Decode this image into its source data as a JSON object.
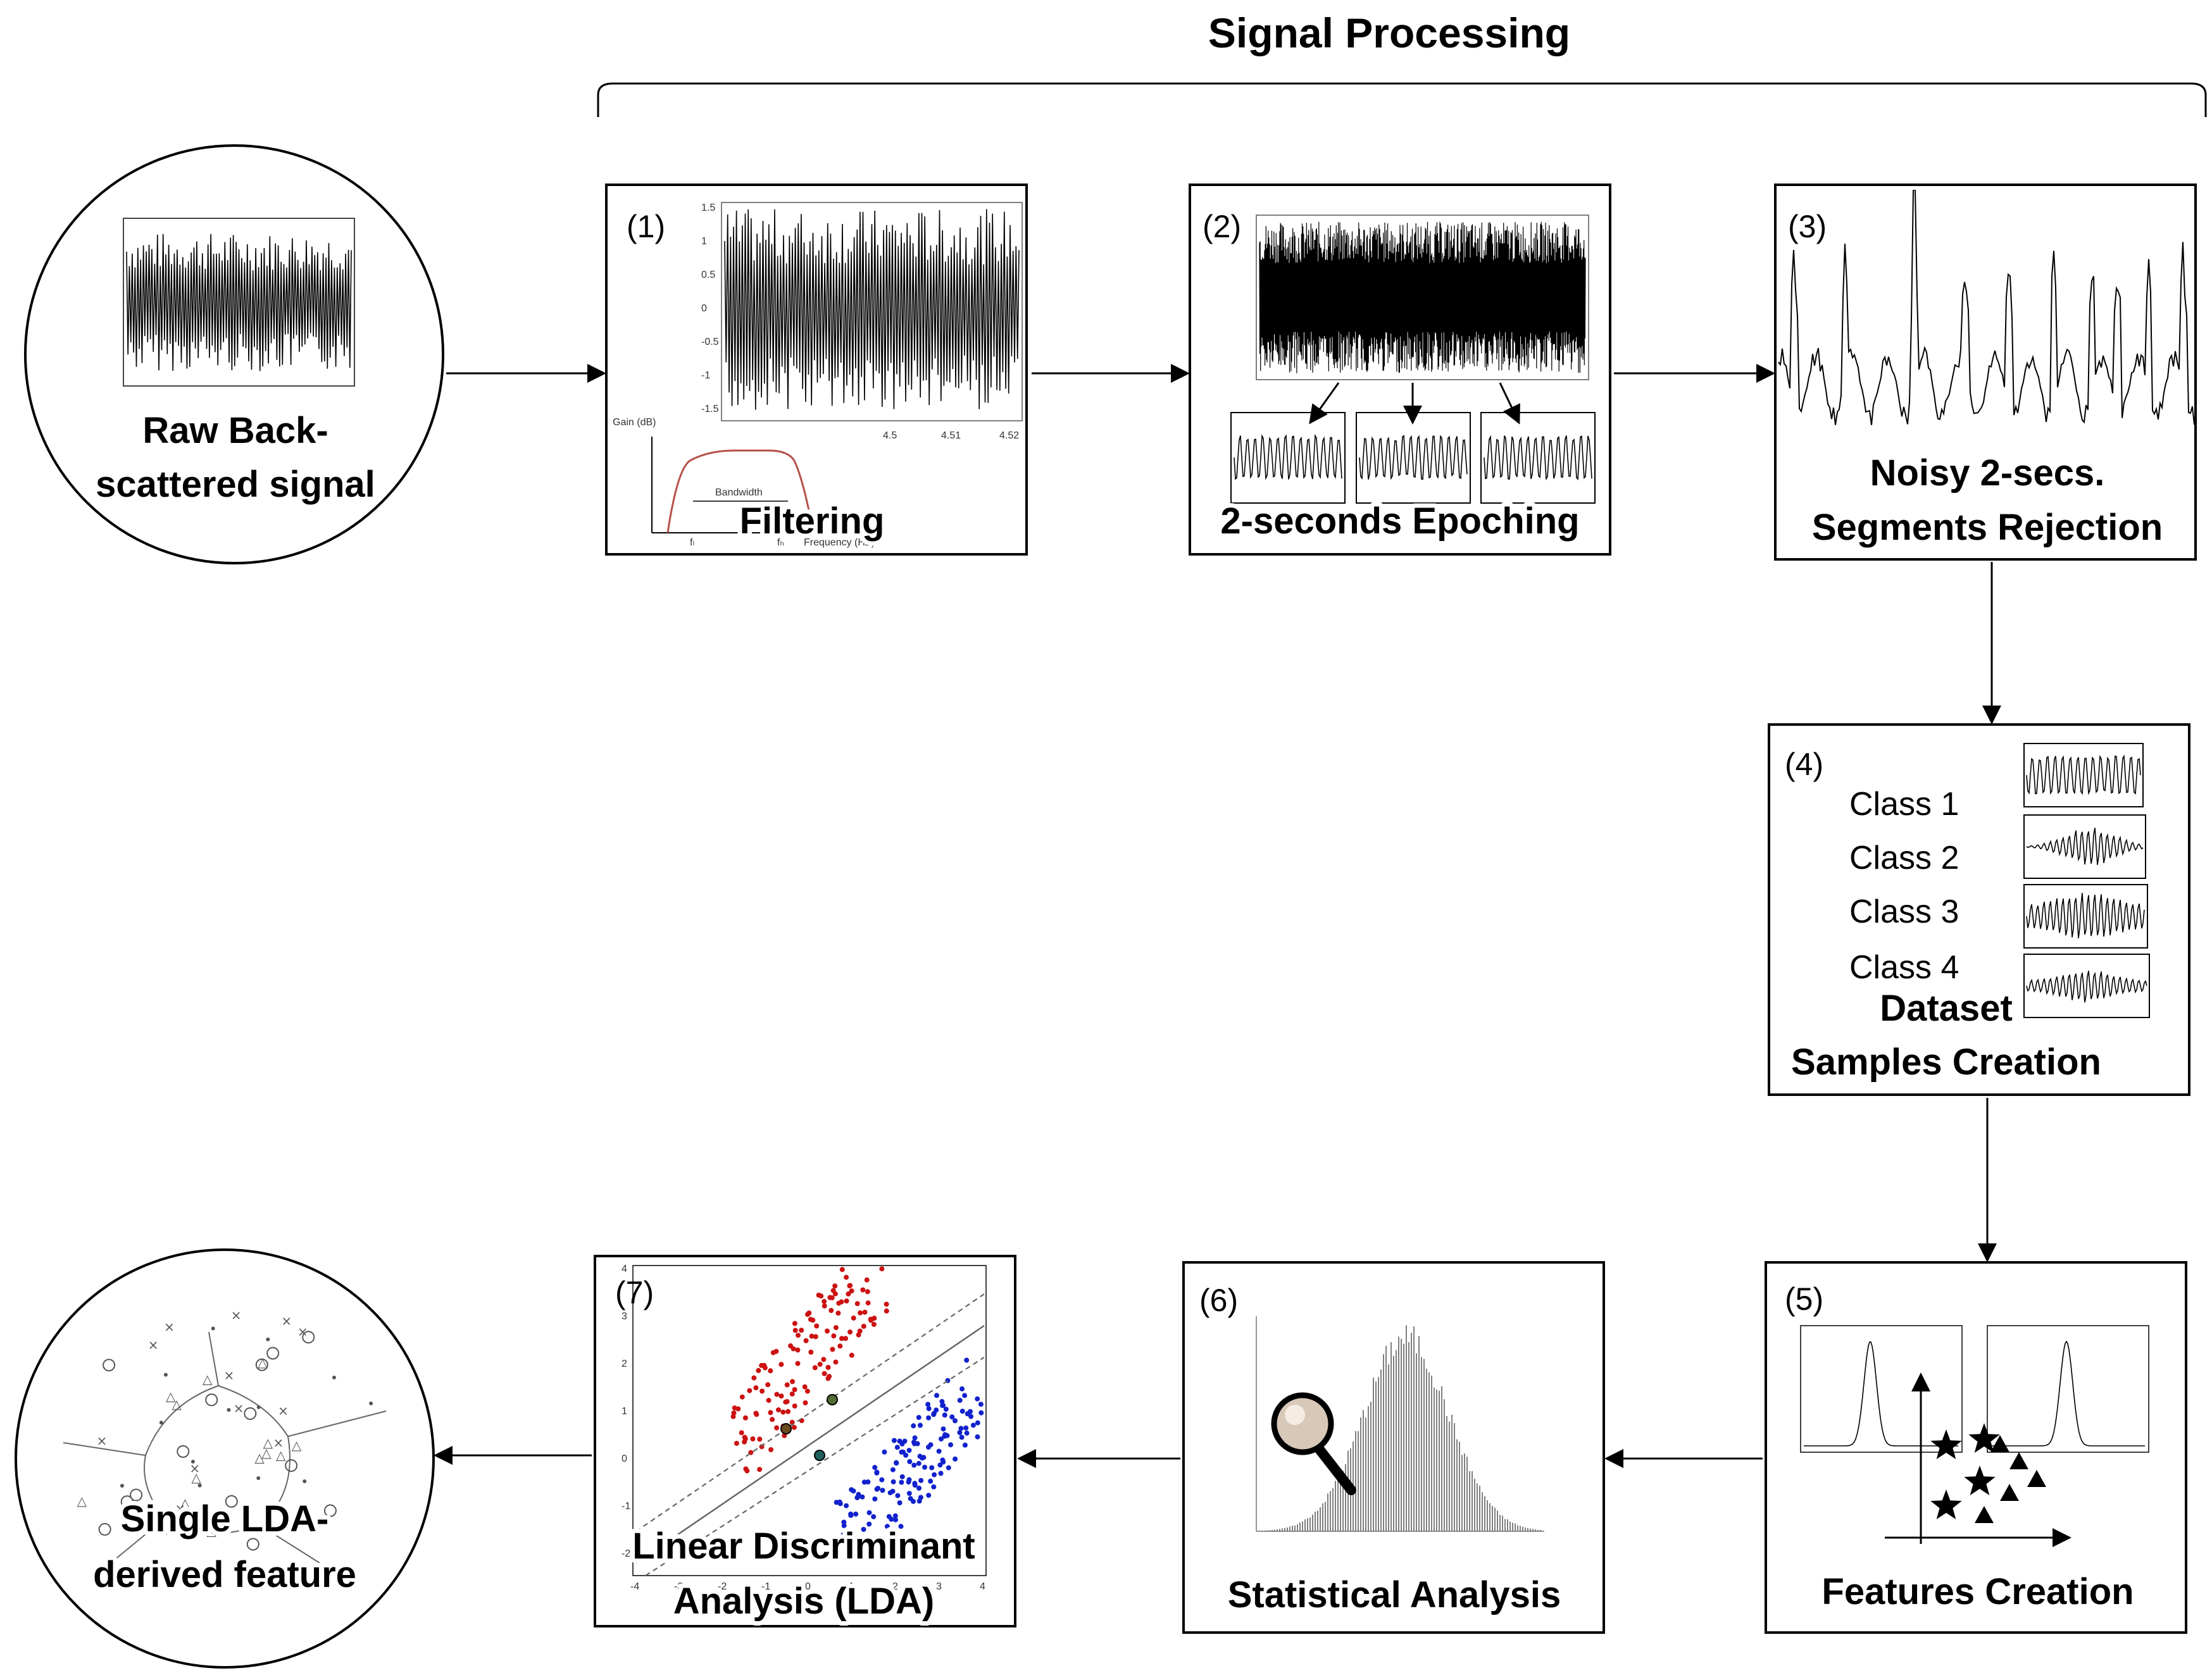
{
  "title": "Signal Processing",
  "input_label_line1": "Raw Back-",
  "input_label_line2": "scattered signal",
  "output_label_line1": "Single LDA-",
  "output_label_line2": "derived feature",
  "steps": [
    {
      "number": "(1)",
      "label_line1": "Filtering",
      "label_line2": ""
    },
    {
      "number": "(2)",
      "label_line1": "2-seconds Epoching",
      "label_line2": ""
    },
    {
      "number": "(3)",
      "label_line1": "Noisy 2-secs.",
      "label_line2": "Segments Rejection"
    },
    {
      "number": "(4)",
      "label_line1": "Dataset",
      "label_line2": "Samples Creation"
    },
    {
      "number": "(5)",
      "label_line1": "Features Creation",
      "label_line2": ""
    },
    {
      "number": "(6)",
      "label_line1": "Statistical Analysis",
      "label_line2": ""
    },
    {
      "number": "(7)",
      "label_line1": "Linear Discriminant",
      "label_line2": "Analysis (LDA)"
    }
  ],
  "classes": [
    "Class 1",
    "Class 2",
    "Class 3",
    "Class 4"
  ],
  "filter_plot": {
    "ylabel": "Gain (dB)",
    "xlabel": "Frequency (HZ)",
    "bandwidth_label": "Bandwidth",
    "fl_label": "fₗ",
    "fh_label": "fₕ",
    "curve_color": "#b5504a"
  },
  "filtered_signal_ticks": {
    "y": [
      "1.5",
      "1",
      "0.5",
      "0",
      "-0.5",
      "-1",
      "-1.5"
    ],
    "x": [
      "4.5",
      "4.51",
      "4.52"
    ]
  },
  "lda_plot": {
    "y_ticks": [
      "4",
      "3",
      "2",
      "1",
      "0",
      "-1",
      "-2"
    ],
    "x_ticks": [
      "-4",
      "-3",
      "-2",
      "-1",
      "0",
      "1",
      "2",
      "3",
      "4"
    ],
    "class_a_color": "#cc1111",
    "class_b_color": "#1122cc"
  },
  "icons": [
    "magnifier-icon",
    "star-icon",
    "triangle-icon"
  ]
}
